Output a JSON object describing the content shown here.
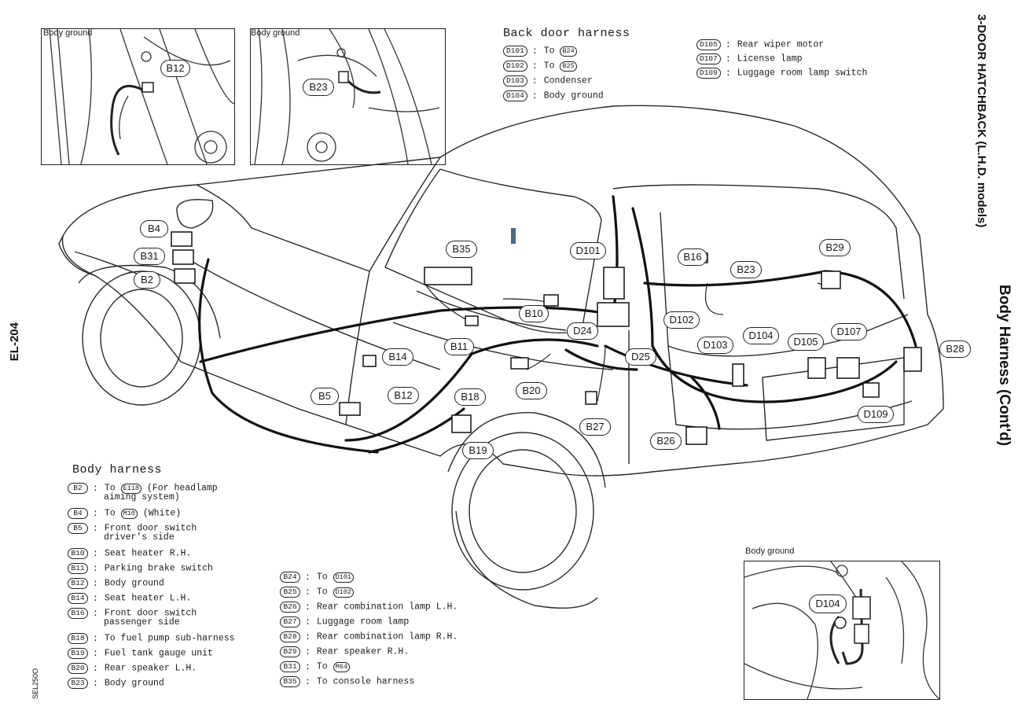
{
  "titles": {
    "section": "Body Harness (Cont'd)",
    "model": "3-DOOR HATCHBACK (L.H.D. models)",
    "page": "EL-204",
    "figure_code": "SEL250O"
  },
  "insets": {
    "top_left": "Body ground",
    "top_mid": "Body ground",
    "bottom_right": "Body ground"
  },
  "back_door_harness": {
    "title": "Back door harness",
    "items": [
      {
        "code": "D101",
        "sep": ":",
        "text": "To",
        "ref": "B24"
      },
      {
        "code": "D102",
        "sep": ":",
        "text": "To",
        "ref": "B25"
      },
      {
        "code": "D103",
        "sep": ":",
        "text": "Condenser"
      },
      {
        "code": "D104",
        "sep": ":",
        "text": "Body ground"
      }
    ],
    "items_right": [
      {
        "code": "D105",
        "sep": ":",
        "text": "Rear wiper motor"
      },
      {
        "code": "D107",
        "sep": ":",
        "text": "License lamp"
      },
      {
        "code": "D109",
        "sep": ":",
        "text": "Luggage room lamp switch"
      }
    ]
  },
  "body_harness": {
    "title": "Body harness",
    "items": [
      {
        "code": "B2",
        "sep": ":",
        "line1": "To",
        "ref": "E118",
        "line1b": "(For headlamp",
        "line2": "aiming system)"
      },
      {
        "code": "B4",
        "sep": ":",
        "line1": "To",
        "ref": "M10",
        "line1b": "(White)"
      },
      {
        "code": "B5",
        "sep": ":",
        "line1": "Front door switch",
        "line2": "driver's side"
      },
      {
        "code": "B10",
        "sep": ":",
        "line1": "Seat heater R.H."
      },
      {
        "code": "B11",
        "sep": ":",
        "line1": "Parking brake switch"
      },
      {
        "code": "B12",
        "sep": ":",
        "line1": "Body ground"
      },
      {
        "code": "B14",
        "sep": ":",
        "line1": "Seat heater L.H."
      },
      {
        "code": "B16",
        "sep": ":",
        "line1": "Front door switch",
        "line2": "passenger side"
      },
      {
        "code": "B18",
        "sep": ":",
        "line1": "To fuel pump sub-harness"
      },
      {
        "code": "B19",
        "sep": ":",
        "line1": "Fuel tank gauge unit"
      },
      {
        "code": "B20",
        "sep": ":",
        "line1": "Rear speaker L.H."
      },
      {
        "code": "B23",
        "sep": ":",
        "line1": "Body ground"
      }
    ],
    "items_col2": [
      {
        "code": "B24",
        "sep": ":",
        "text": "To",
        "ref": "D101"
      },
      {
        "code": "B25",
        "sep": ":",
        "text": "To",
        "ref": "D102"
      },
      {
        "code": "B26",
        "sep": ":",
        "text": "Rear combination lamp L.H."
      },
      {
        "code": "B27",
        "sep": ":",
        "text": "Luggage room lamp"
      },
      {
        "code": "B28",
        "sep": ":",
        "text": "Rear combination lamp R.H."
      },
      {
        "code": "B29",
        "sep": ":",
        "text": "Rear speaker R.H."
      },
      {
        "code": "B31",
        "sep": ":",
        "text": "To",
        "ref": "M64"
      },
      {
        "code": "B35",
        "sep": ":",
        "text": "To console harness"
      }
    ]
  },
  "callouts": {
    "B4": "B4",
    "B31": "B31",
    "B2": "B2",
    "B35": "B35",
    "B10": "B10",
    "B11": "B11",
    "B14": "B14",
    "B5": "B5",
    "B12": "B12",
    "B18": "B18",
    "B19": "B19",
    "B20": "B20",
    "B27": "B27",
    "B26": "B26",
    "D101": "D101",
    "D24": "D24",
    "D25": "D25",
    "D102": "D102",
    "B16": "B16",
    "B23": "B23",
    "B29": "B29",
    "D103": "D103",
    "D104": "D104",
    "D105": "D105",
    "D107": "D107",
    "D109": "D109",
    "B28": "B28",
    "inset_B12": "B12",
    "inset_B23": "B23",
    "inset_D104": "D104"
  }
}
